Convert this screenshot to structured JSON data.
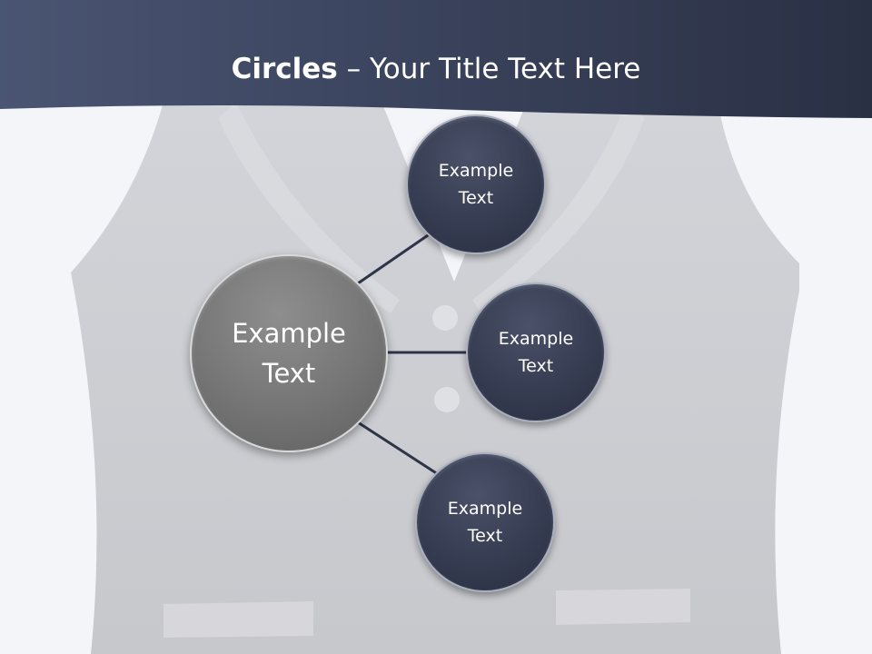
{
  "title": {
    "bold": "Circles",
    "rest": " – Your Title Text Here"
  },
  "center_node": {
    "label": "Example\nText"
  },
  "nodes": [
    {
      "label": "Example\nText"
    },
    {
      "label": "Example\nText"
    },
    {
      "label": "Example\nText"
    }
  ],
  "colors": {
    "header": "#3a4259",
    "small_circle": "#363c51",
    "center_circle": "#757575",
    "connector": "#2f3548"
  }
}
